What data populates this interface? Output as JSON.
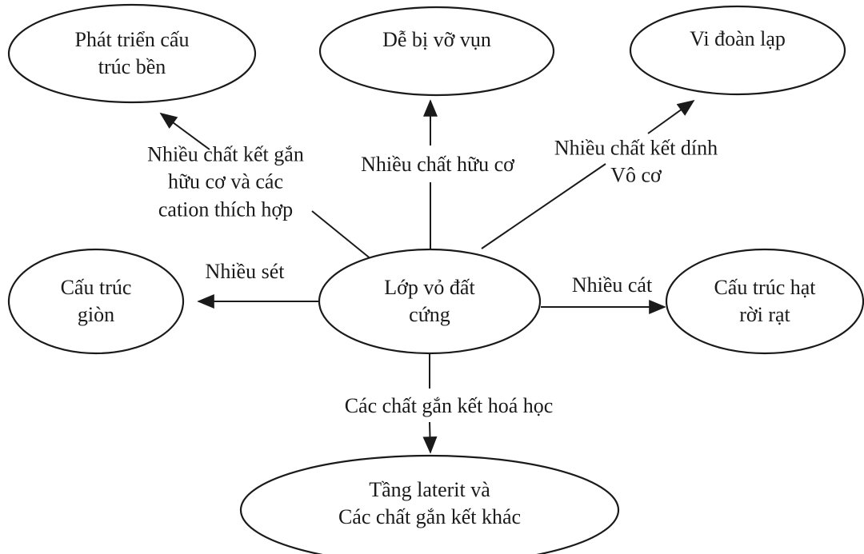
{
  "diagram": {
    "description_type": "concept-map",
    "background_color": "#ffffff",
    "line_color": "#1a1a1a",
    "text_color": "#1a1a1a",
    "nodes": {
      "center": {
        "lines": [
          "Lớp vỏ đất",
          "cứng"
        ]
      },
      "top_left": {
        "lines": [
          "Phát triển cấu",
          "trúc bền"
        ]
      },
      "top_center": {
        "lines": [
          "Dễ bị vỡ vụn"
        ]
      },
      "top_right": {
        "lines": [
          "Vi đoàn lạp"
        ]
      },
      "mid_left": {
        "lines": [
          "Cấu trúc",
          "giòn"
        ]
      },
      "mid_right": {
        "lines": [
          "Cấu trúc hạt",
          "rời rạt"
        ]
      },
      "bottom": {
        "lines": [
          "Tầng laterit và",
          "Các chất gắn kết khác"
        ]
      }
    },
    "edges": {
      "center_to_top_left": {
        "from": "center",
        "to": "top_left",
        "arrow": true,
        "label_lines": [
          "Nhiều chất kết gắn",
          "hữu cơ và các",
          "cation thích hợp"
        ]
      },
      "center_to_top_center": {
        "from": "center",
        "to": "top_center",
        "arrow": true,
        "label_lines": [
          "Nhiều chất hữu cơ"
        ]
      },
      "center_to_top_right": {
        "from": "center",
        "to": "top_right",
        "arrow": true,
        "label_lines": [
          "Nhiều chất kết dính",
          "Vô cơ"
        ]
      },
      "center_to_mid_left": {
        "from": "center",
        "to": "mid_left",
        "arrow": true,
        "label_lines": [
          "Nhiều sét"
        ]
      },
      "center_to_mid_right": {
        "from": "center",
        "to": "mid_right",
        "arrow": true,
        "label_lines": [
          "Nhiều cát"
        ]
      },
      "center_to_bottom": {
        "from": "center",
        "to": "bottom",
        "arrow": true,
        "label_lines": [
          "Các chất gắn kết hoá học"
        ]
      }
    }
  }
}
